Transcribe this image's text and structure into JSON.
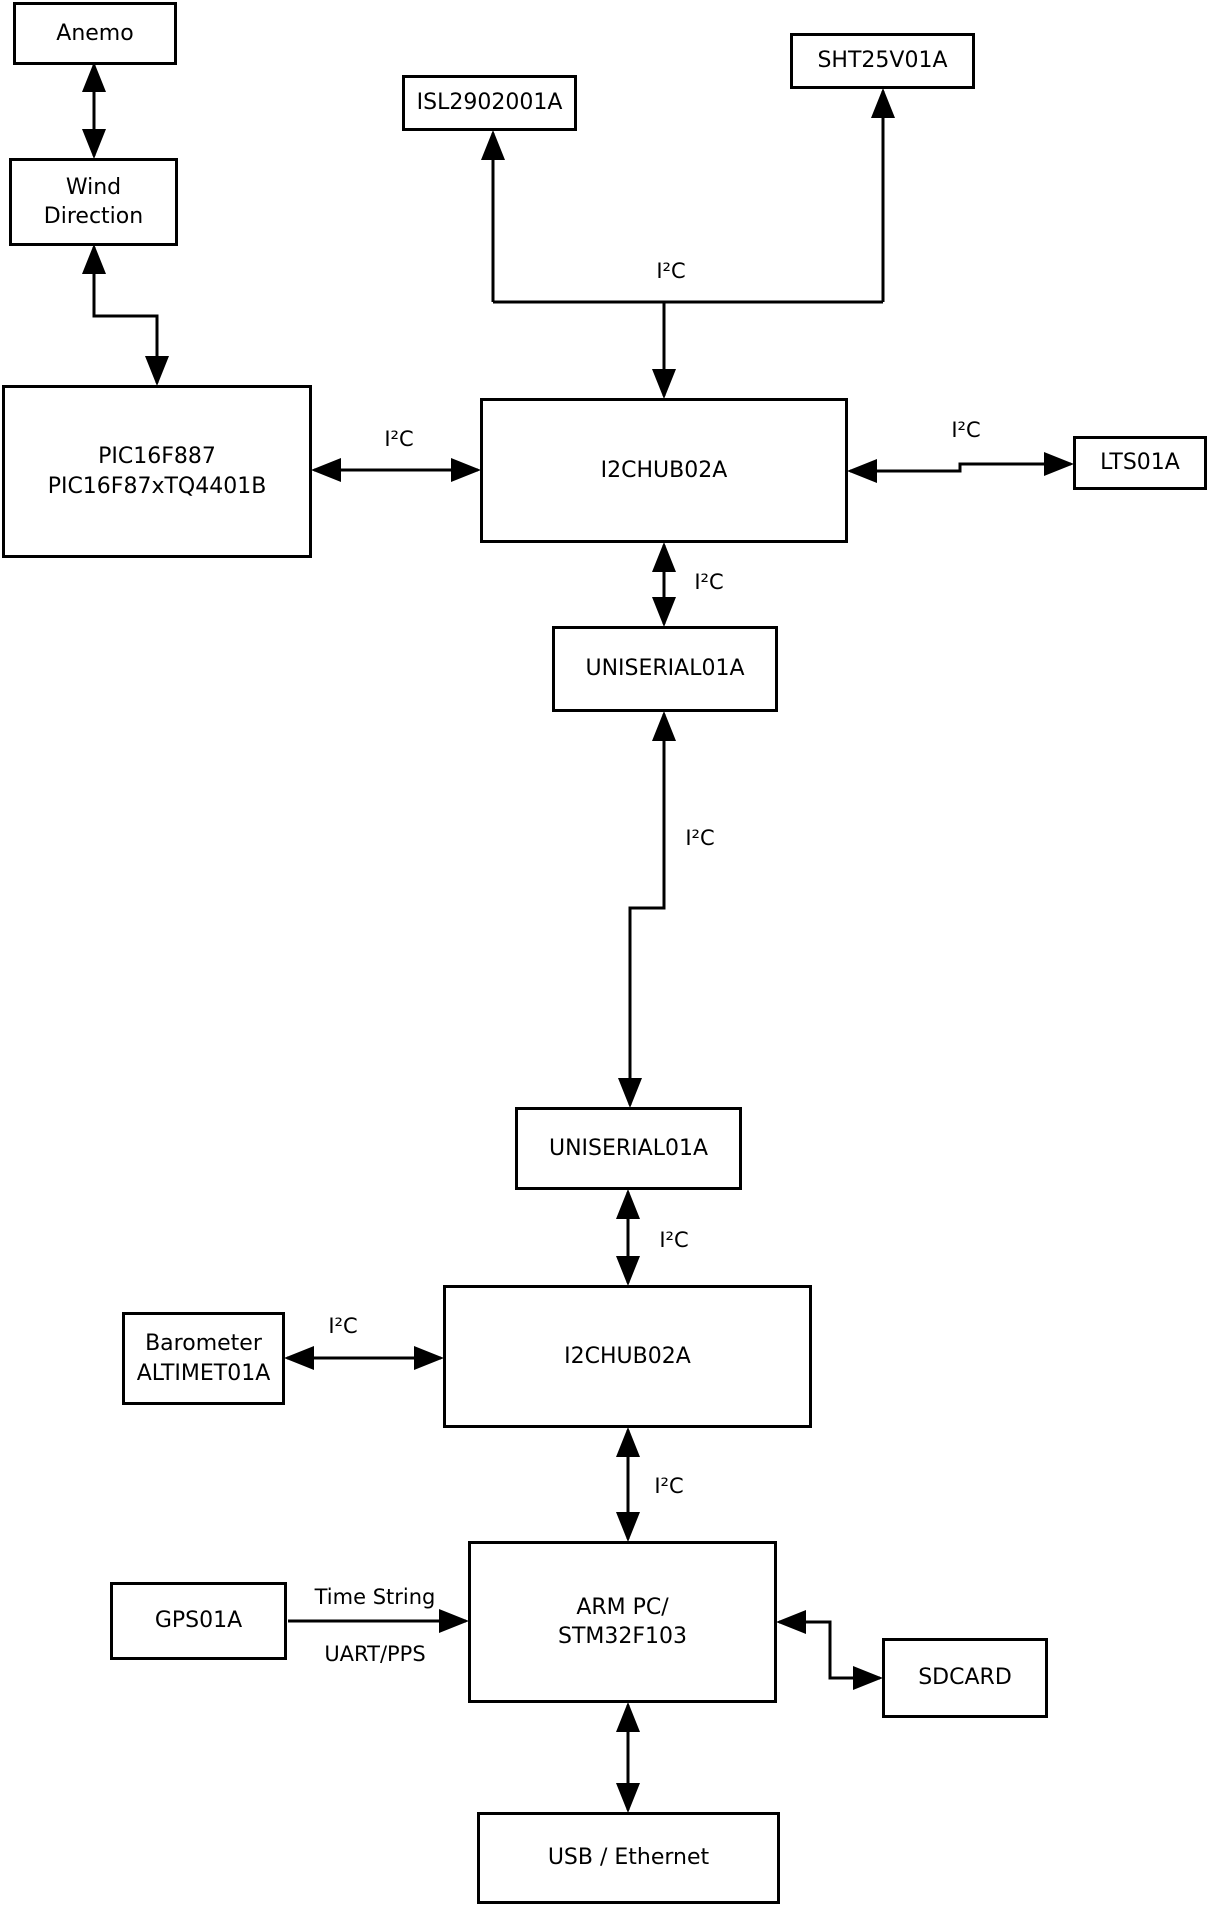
{
  "diagram": {
    "nodes": {
      "anemo": {
        "label": "Anemo"
      },
      "wind": {
        "label": "Wind\nDirection"
      },
      "pic": {
        "label": "PIC16F887\nPIC16F87xTQ4401B"
      },
      "isl": {
        "label": "ISL2902001A"
      },
      "sht": {
        "label": "SHT25V01A"
      },
      "hub1": {
        "label": "I2CHUB02A"
      },
      "lts": {
        "label": "LTS01A"
      },
      "uniserial1": {
        "label": "UNISERIAL01A"
      },
      "uniserial2": {
        "label": "UNISERIAL01A"
      },
      "hub2": {
        "label": "I2CHUB02A"
      },
      "barometer": {
        "label": "Barometer\nALTIMET01A"
      },
      "armpc": {
        "label": "ARM PC/\nSTM32F103"
      },
      "gps": {
        "label": "GPS01A"
      },
      "sdcard": {
        "label": "SDCARD"
      },
      "usb": {
        "label": "USB / Ethernet"
      }
    },
    "edge_labels": {
      "bus": "I²C",
      "pic_hub": "I²C",
      "hub_lts": "I²C",
      "hub1_uni1": "I²C",
      "uni1_uni2": "I²C",
      "uni2_hub2": "I²C",
      "baro_hub2": "I²C",
      "hub2_arm": "I²C",
      "gps_top": "Time String",
      "gps_bottom": "UART/PPS"
    },
    "colors": {
      "line": "#000000",
      "background": "#ffffff",
      "box_fill": "#ffffff"
    }
  }
}
